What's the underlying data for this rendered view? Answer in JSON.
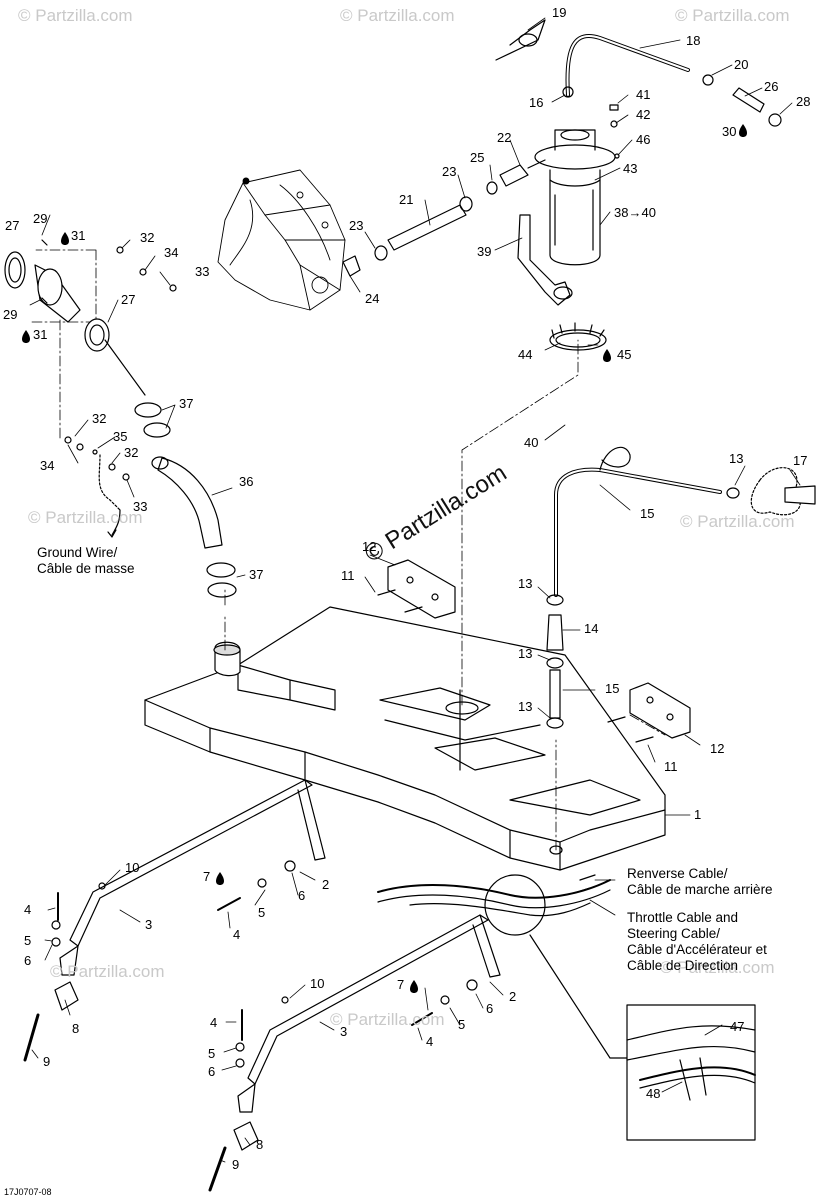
{
  "watermark": "© Partzilla.com",
  "watermark_main": "© Partzilla.com",
  "diagram_code": "17J0707-08",
  "notes": {
    "ground_wire": [
      "Ground Wire/",
      "Câble de masse"
    ],
    "reverse_cable": [
      "Renverse Cable/",
      "Câble de marche arrière"
    ],
    "throttle_steering_cable": [
      "Throttle Cable and",
      "Steering Cable/",
      "Câble d'Accélérateur et",
      "Câble de Direction"
    ]
  },
  "callouts": {
    "c19": "19",
    "c18": "18",
    "c20": "20",
    "c16": "16",
    "c26": "26",
    "c28": "28",
    "c30": "30",
    "c41": "41",
    "c42": "42",
    "c22": "22",
    "c46": "46",
    "c25": "25",
    "c23a": "23",
    "c43": "43",
    "c21": "21",
    "c3840": "38→40",
    "c23b": "23",
    "c39": "39",
    "c24": "24",
    "c29a": "29",
    "c31a": "31",
    "c27a": "27",
    "c32a": "32",
    "c34a": "34",
    "c33a": "33",
    "c27b": "27",
    "c29b": "29",
    "c31b": "31",
    "c44": "44",
    "c45": "45",
    "c37a": "37",
    "c32b": "32",
    "c35": "35",
    "c32c": "32",
    "c34b": "34",
    "c33b": "33",
    "c40": "40",
    "c13a": "13",
    "c17": "17",
    "c36": "36",
    "c15a": "15",
    "c12a": "12",
    "c11a": "11",
    "c37b": "37",
    "c13b": "13",
    "c14": "14",
    "c13c": "13",
    "c15b": "15",
    "c13d": "13",
    "c12b": "12",
    "c11b": "11",
    "c1": "1",
    "c10a": "10",
    "c7a": "7",
    "c2a": "2",
    "c4a": "4",
    "c5a": "5",
    "c6a": "6",
    "c3a": "3",
    "c4b": "4",
    "c5b": "5",
    "c6b": "6",
    "c8a": "8",
    "c9a": "9",
    "c10b": "10",
    "c7b": "7",
    "c2b": "2",
    "c4c": "4",
    "c5c": "5",
    "c6c": "6",
    "c3b": "3",
    "c4d": "4",
    "c5d": "5",
    "c6d": "6",
    "c8b": "8",
    "c9b": "9",
    "c47": "47",
    "c48": "48"
  }
}
